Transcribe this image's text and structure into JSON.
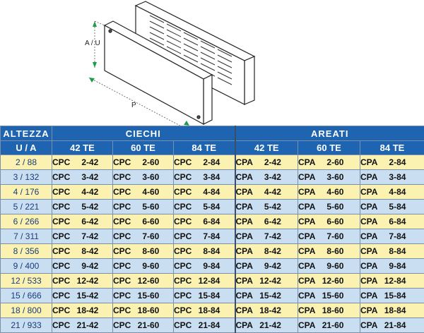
{
  "figure": {
    "height_label": "A / U",
    "depth_label": "P"
  },
  "table": {
    "altezza_header": "ALTEZZA",
    "units_header": "U  /  A",
    "groups": [
      {
        "name": "CIECHI",
        "prefix": "CPC",
        "cols": [
          "42 TE",
          "60 TE",
          "84 TE"
        ]
      },
      {
        "name": "AREATI",
        "prefix": "CPA",
        "cols": [
          "42 TE",
          "60 TE",
          "84 TE"
        ]
      }
    ],
    "rows": [
      {
        "u": "2",
        "a": "88",
        "cpc": [
          "2-42",
          "2-60",
          "2-84"
        ],
        "cpa": [
          "2-42",
          "2-60",
          "2-84"
        ]
      },
      {
        "u": "3",
        "a": "132",
        "cpc": [
          "3-42",
          "3-60",
          "3-84"
        ],
        "cpa": [
          "3-42",
          "3-60",
          "3-84"
        ]
      },
      {
        "u": "4",
        "a": "176",
        "cpc": [
          "4-42",
          "4-60",
          "4-84"
        ],
        "cpa": [
          "4-42",
          "4-60",
          "4-84"
        ]
      },
      {
        "u": "5",
        "a": "221",
        "cpc": [
          "5-42",
          "5-60",
          "5-84"
        ],
        "cpa": [
          "5-42",
          "5-60",
          "5-84"
        ]
      },
      {
        "u": "6",
        "a": "266",
        "cpc": [
          "6-42",
          "6-60",
          "6-84"
        ],
        "cpa": [
          "6-42",
          "6-60",
          "6-84"
        ]
      },
      {
        "u": "7",
        "a": "311",
        "cpc": [
          "7-42",
          "7-60",
          "7-84"
        ],
        "cpa": [
          "7-42",
          "7-60",
          "7-84"
        ]
      },
      {
        "u": "8",
        "a": "356",
        "cpc": [
          "8-42",
          "8-60",
          "8-84"
        ],
        "cpa": [
          "8-42",
          "8-60",
          "8-84"
        ]
      },
      {
        "u": "9",
        "a": "400",
        "cpc": [
          "9-42",
          "9-60",
          "9-84"
        ],
        "cpa": [
          "9-42",
          "9-60",
          "9-84"
        ]
      },
      {
        "u": "12",
        "a": "533",
        "cpc": [
          "12-42",
          "12-60",
          "12-84"
        ],
        "cpa": [
          "12-42",
          "12-60",
          "12-84"
        ]
      },
      {
        "u": "15",
        "a": "666",
        "cpc": [
          "15-42",
          "15-60",
          "15-84"
        ],
        "cpa": [
          "15-42",
          "15-60",
          "15-84"
        ]
      },
      {
        "u": "18",
        "a": "800",
        "cpc": [
          "18-42",
          "18-60",
          "18-84"
        ],
        "cpa": [
          "18-42",
          "18-60",
          "18-84"
        ]
      },
      {
        "u": "21",
        "a": "933",
        "cpc": [
          "21-42",
          "21-60",
          "21-84"
        ],
        "cpa": [
          "21-42",
          "21-60",
          "21-84"
        ]
      }
    ]
  }
}
